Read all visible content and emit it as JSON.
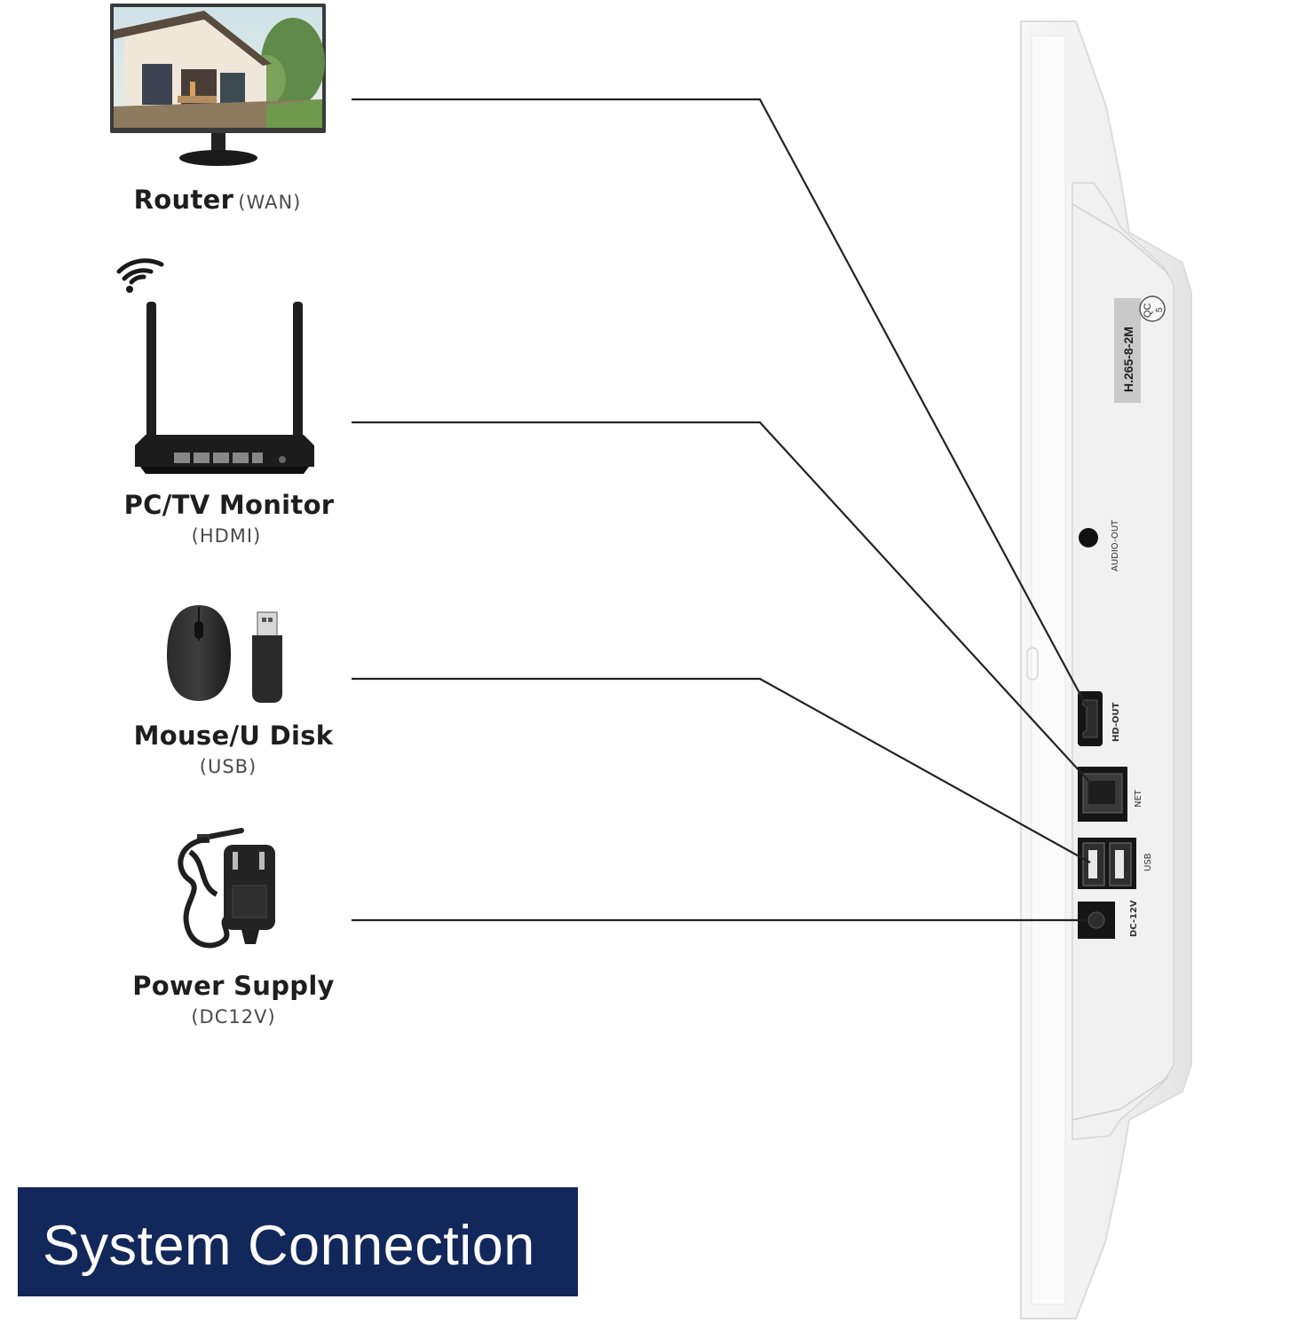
{
  "connections": [
    {
      "id": "router",
      "title": "Router",
      "sub": "(WAN)"
    },
    {
      "id": "monitor",
      "title": "PC/TV Monitor",
      "sub": "(HDMI)"
    },
    {
      "id": "usb",
      "title": "Mouse/U Disk",
      "sub": "(USB)"
    },
    {
      "id": "power",
      "title": "Power Supply",
      "sub": "(DC12V)"
    }
  ],
  "device": {
    "model_label": "H.265-8-2M",
    "qc_label": "QC",
    "qc_number": "5",
    "ports": {
      "audio_out": "AUDIO-OUT",
      "hd_out": "HD-OUT",
      "net": "NET",
      "usb": "USB",
      "dc": "DC-12V"
    }
  },
  "banner": {
    "title": "System Connection"
  },
  "colors": {
    "banner": "#13285a",
    "lines": "#222222",
    "device_body": "#f4f4f4"
  },
  "icons": [
    "monitor-icon",
    "router-icon",
    "wifi-icon",
    "mouse-icon",
    "usb-drive-icon",
    "power-adapter-icon"
  ]
}
